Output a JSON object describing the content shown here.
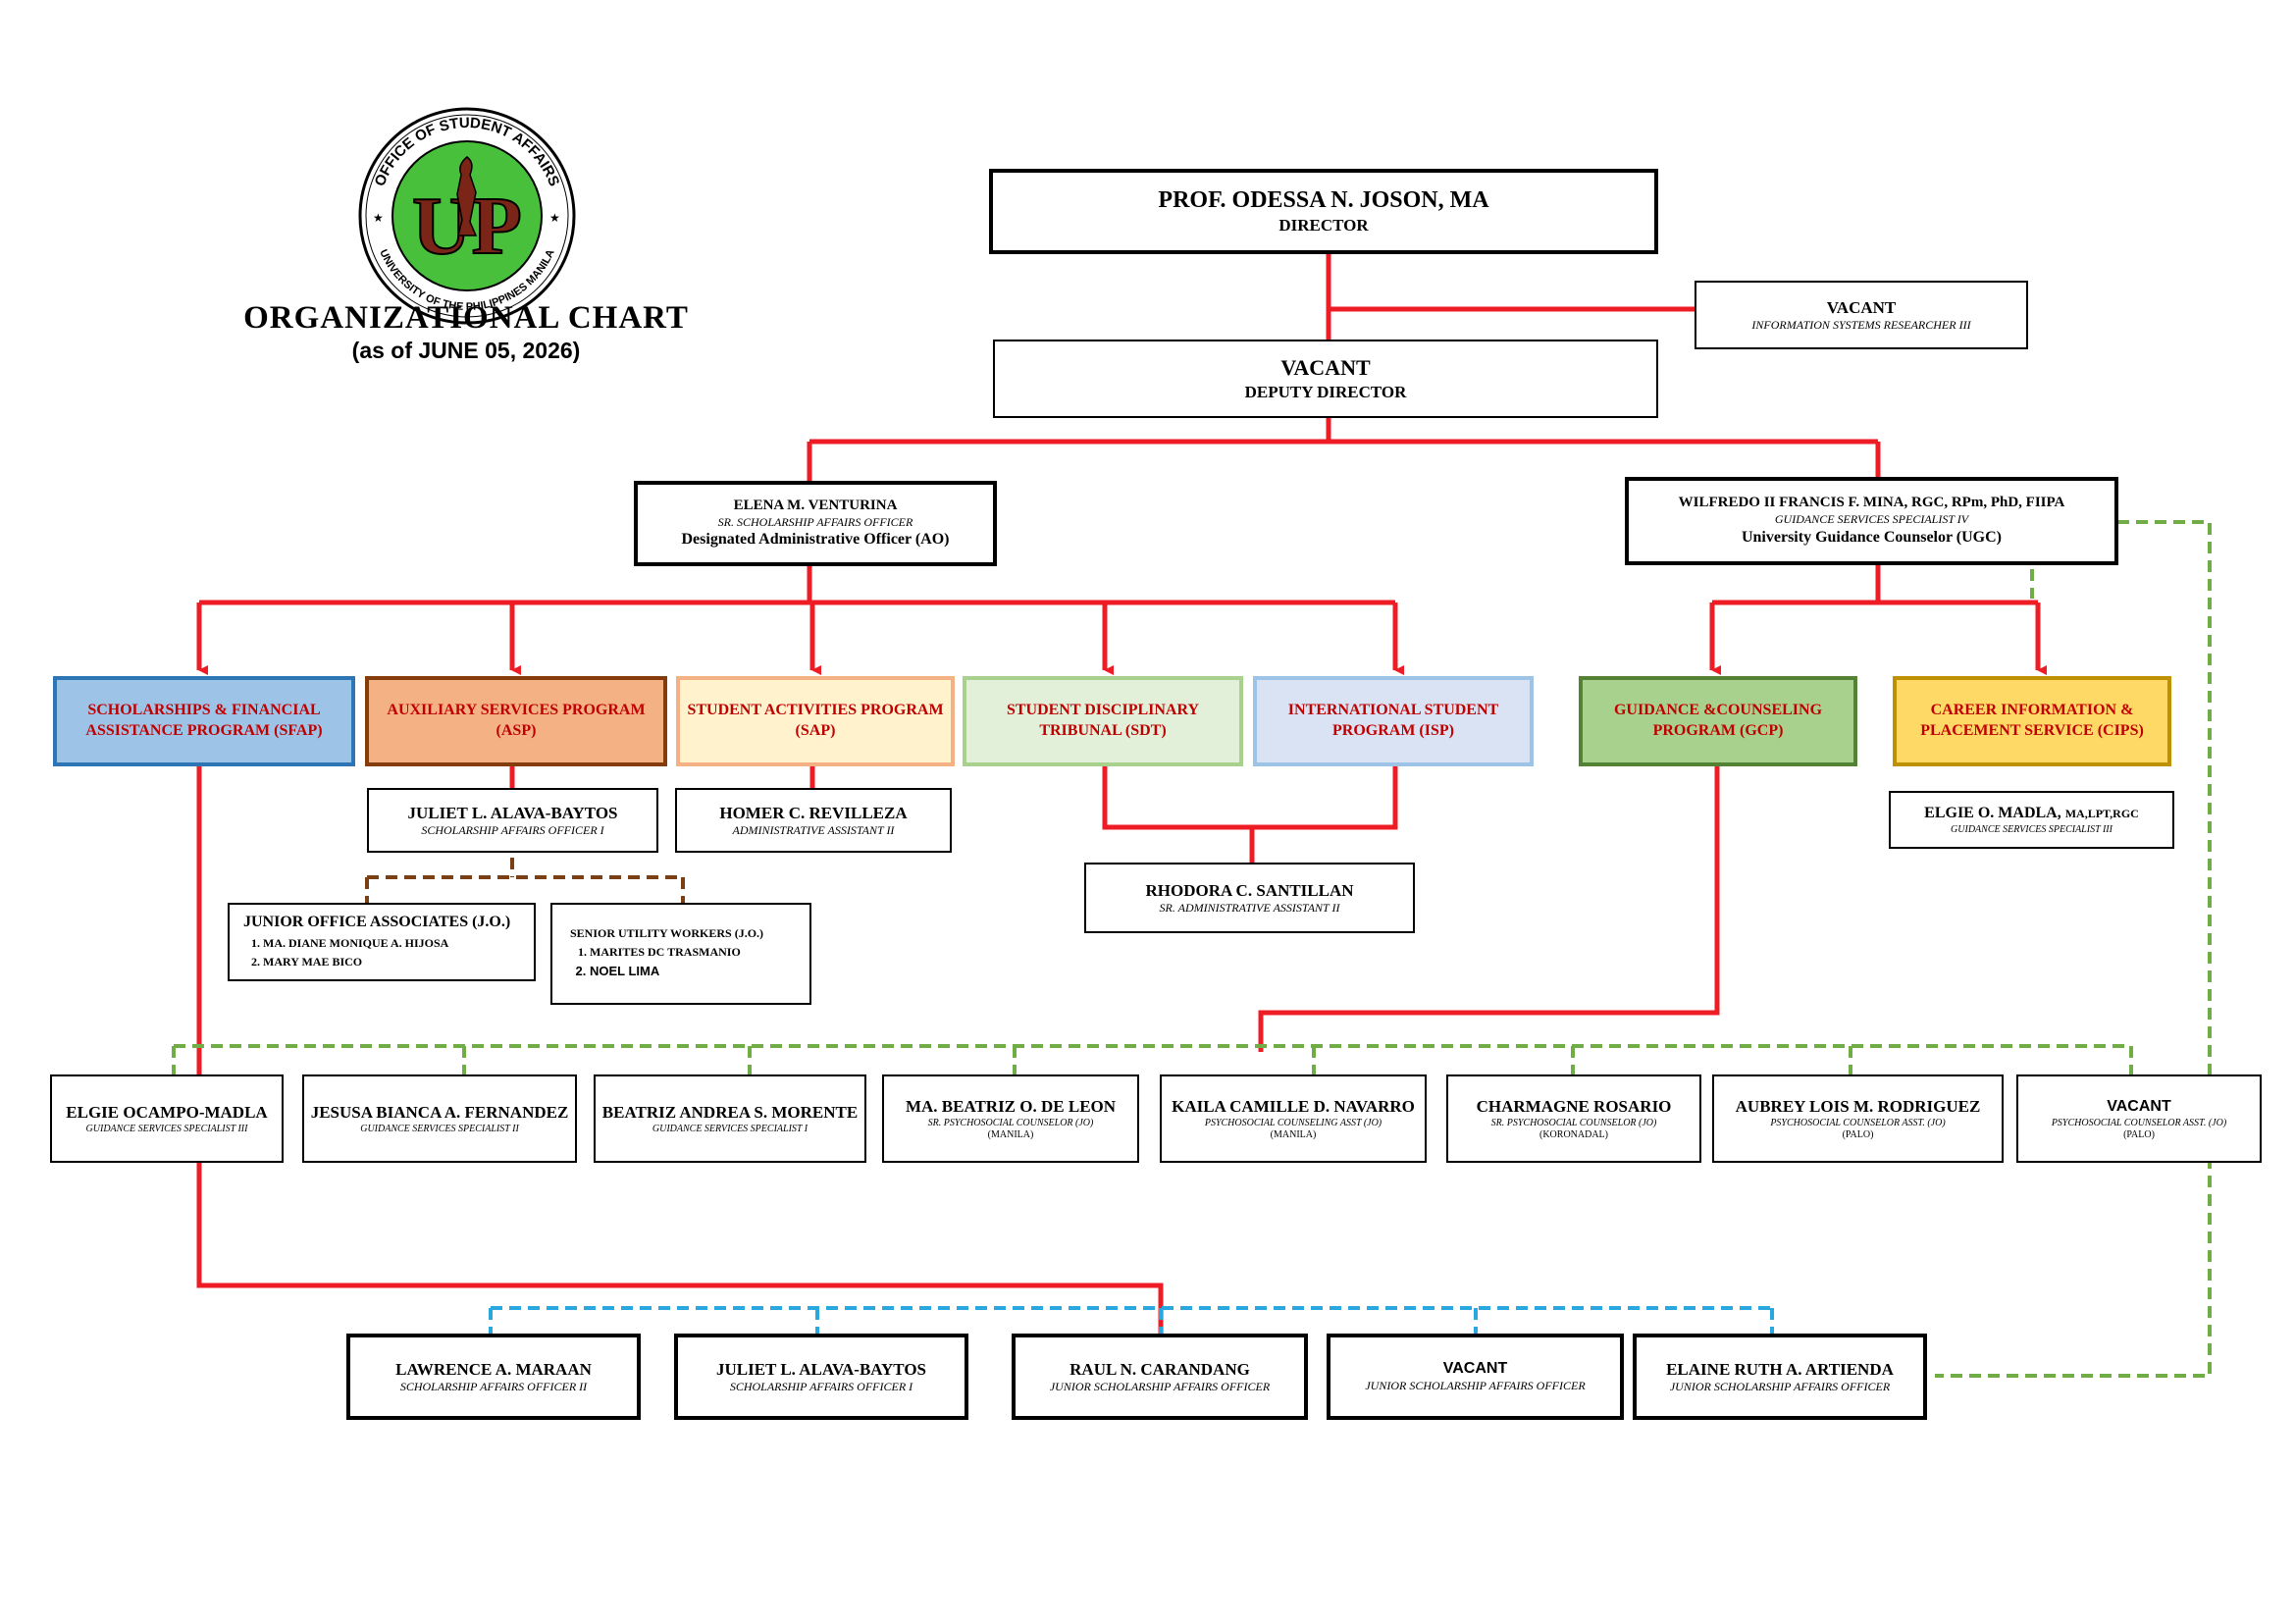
{
  "logo": {
    "ring_text_top": "OFFICE OF STUDENT AFFAIRS",
    "ring_text_bottom": "UNIVERSITY OF THE PHILIPPINES MANILA",
    "monogram": "UP",
    "colors": {
      "ring": "#48c03c",
      "monogram": "#7a2518"
    }
  },
  "header": {
    "title": "ORGANIZATIONAL CHART",
    "date": "(as of JUNE 05, 2026)"
  },
  "colors": {
    "solid_line": "#ee1c24",
    "green_dash": "#70ad47",
    "brown_dash": "#7b3f14",
    "blue_dash": "#29a8e0"
  },
  "director": {
    "name": "PROF. ODESSA N. JOSON, MA",
    "position": "DIRECTOR"
  },
  "isr": {
    "name": "VACANT",
    "position": "INFORMATION SYSTEMS RESEARCHER III"
  },
  "deputy": {
    "name": "VACANT",
    "position": "DEPUTY DIRECTOR"
  },
  "ao": {
    "name": "ELENA M. VENTURINA",
    "position": "SR. SCHOLARSHIP AFFAIRS OFFICER",
    "designation": "Designated Administrative Officer (AO)"
  },
  "ugc": {
    "name": "WILFREDO II FRANCIS F. MINA, RGC, RPm, PhD, FIIPA",
    "position": "GUIDANCE SERVICES SPECIALIST IV",
    "designation": "University Guidance Counselor (UGC)"
  },
  "programs": [
    {
      "label": "SCHOLARSHIPS & FINANCIAL ASSISTANCE PROGRAM  (SFAP)",
      "fill": "#9dc3e6",
      "border": "#2e75b6"
    },
    {
      "label": "AUXILIARY SERVICES PROGRAM (ASP)",
      "fill": "#f4b183",
      "border": "#843c0c"
    },
    {
      "label": "STUDENT ACTIVITIES PROGRAM (SAP)",
      "fill": "#fff2cc",
      "border": "#f4b183"
    },
    {
      "label": "STUDENT DISCIPLINARY TRIBUNAL (SDT)",
      "fill": "#e2f0d9",
      "border": "#a9d18e"
    },
    {
      "label": "INTERNATIONAL STUDENT PROGRAM (ISP)",
      "fill": "#dae3f3",
      "border": "#9dc3e6"
    },
    {
      "label": "GUIDANCE &COUNSELING PROGRAM (GCP)",
      "fill": "#a9d18e",
      "border": "#548235"
    },
    {
      "label": "CAREER INFORMATION & PLACEMENT SERVICE (CIPS)",
      "fill": "#ffd966",
      "border": "#bf9000"
    }
  ],
  "asp_head": {
    "name": "JULIET L. ALAVA-BAYTOS",
    "position": "SCHOLARSHIP AFFAIRS OFFICER I"
  },
  "sap_head": {
    "name": "HOMER C. REVILLEZA",
    "position": "ADMINISTRATIVE ASSISTANT II"
  },
  "sdt_isp_head": {
    "name": "RHODORA C. SANTILLAN",
    "position": "SR. ADMINISTRATIVE ASSISTANT II"
  },
  "cips_head": {
    "name": "ELGIE O. MADLA,",
    "suffix": "MA,LPT,RGC",
    "position": "GUIDANCE SERVICES SPECIALIST III"
  },
  "junior_office": {
    "title": "JUNIOR OFFICE ASSOCIATES (J.O.)",
    "members": [
      "MA. DIANE MONIQUE A. HIJOSA",
      "MARY MAE BICO"
    ]
  },
  "utility": {
    "title": "SENIOR UTILITY WORKERS (J.O.)",
    "members": [
      "MARITES DC TRASMANIO",
      "NOEL LIMA"
    ]
  },
  "guidance_staff": [
    {
      "name": "ELGIE OCAMPO-MADLA",
      "position": "GUIDANCE SERVICES SPECIALIST III",
      "location": ""
    },
    {
      "name": "JESUSA BIANCA A. FERNANDEZ",
      "position": "GUIDANCE SERVICES SPECIALIST II",
      "location": ""
    },
    {
      "name": "BEATRIZ ANDREA S. MORENTE",
      "position": "GUIDANCE SERVICES SPECIALIST I",
      "location": ""
    },
    {
      "name": "MA.  BEATRIZ O. DE LEON",
      "position": "SR. PSYCHOSOCIAL COUNSELOR (JO)",
      "location": "(MANILA)"
    },
    {
      "name": "KAILA CAMILLE D. NAVARRO",
      "position": "PSYCHOSOCIAL COUNSELING ASST (JO)",
      "location": "(MANILA)"
    },
    {
      "name": "CHARMAGNE ROSARIO",
      "position": "SR. PSYCHOSOCIAL COUNSELOR (JO)",
      "location": "(KORONADAL)"
    },
    {
      "name": "AUBREY LOIS M. RODRIGUEZ",
      "position": "PSYCHOSOCIAL COUNSELOR ASST. (JO)",
      "location": "(PALO)"
    },
    {
      "name": "VACANT",
      "position": "PSYCHOSOCIAL COUNSELOR ASST. (JO)",
      "location": "(PALO)"
    }
  ],
  "scholarship_staff": [
    {
      "name": "LAWRENCE A. MARAAN",
      "position": "SCHOLARSHIP AFFAIRS OFFICER II"
    },
    {
      "name": "JULIET L. ALAVA-BAYTOS",
      "position": "SCHOLARSHIP AFFAIRS OFFICER I"
    },
    {
      "name": "RAUL N. CARANDANG",
      "position": "JUNIOR SCHOLARSHIP AFFAIRS OFFICER"
    },
    {
      "name": "VACANT",
      "position": "JUNIOR SCHOLARSHIP AFFAIRS OFFICER"
    },
    {
      "name": "ELAINE RUTH A. ARTIENDA",
      "position": "JUNIOR SCHOLARSHIP AFFAIRS OFFICER"
    }
  ]
}
